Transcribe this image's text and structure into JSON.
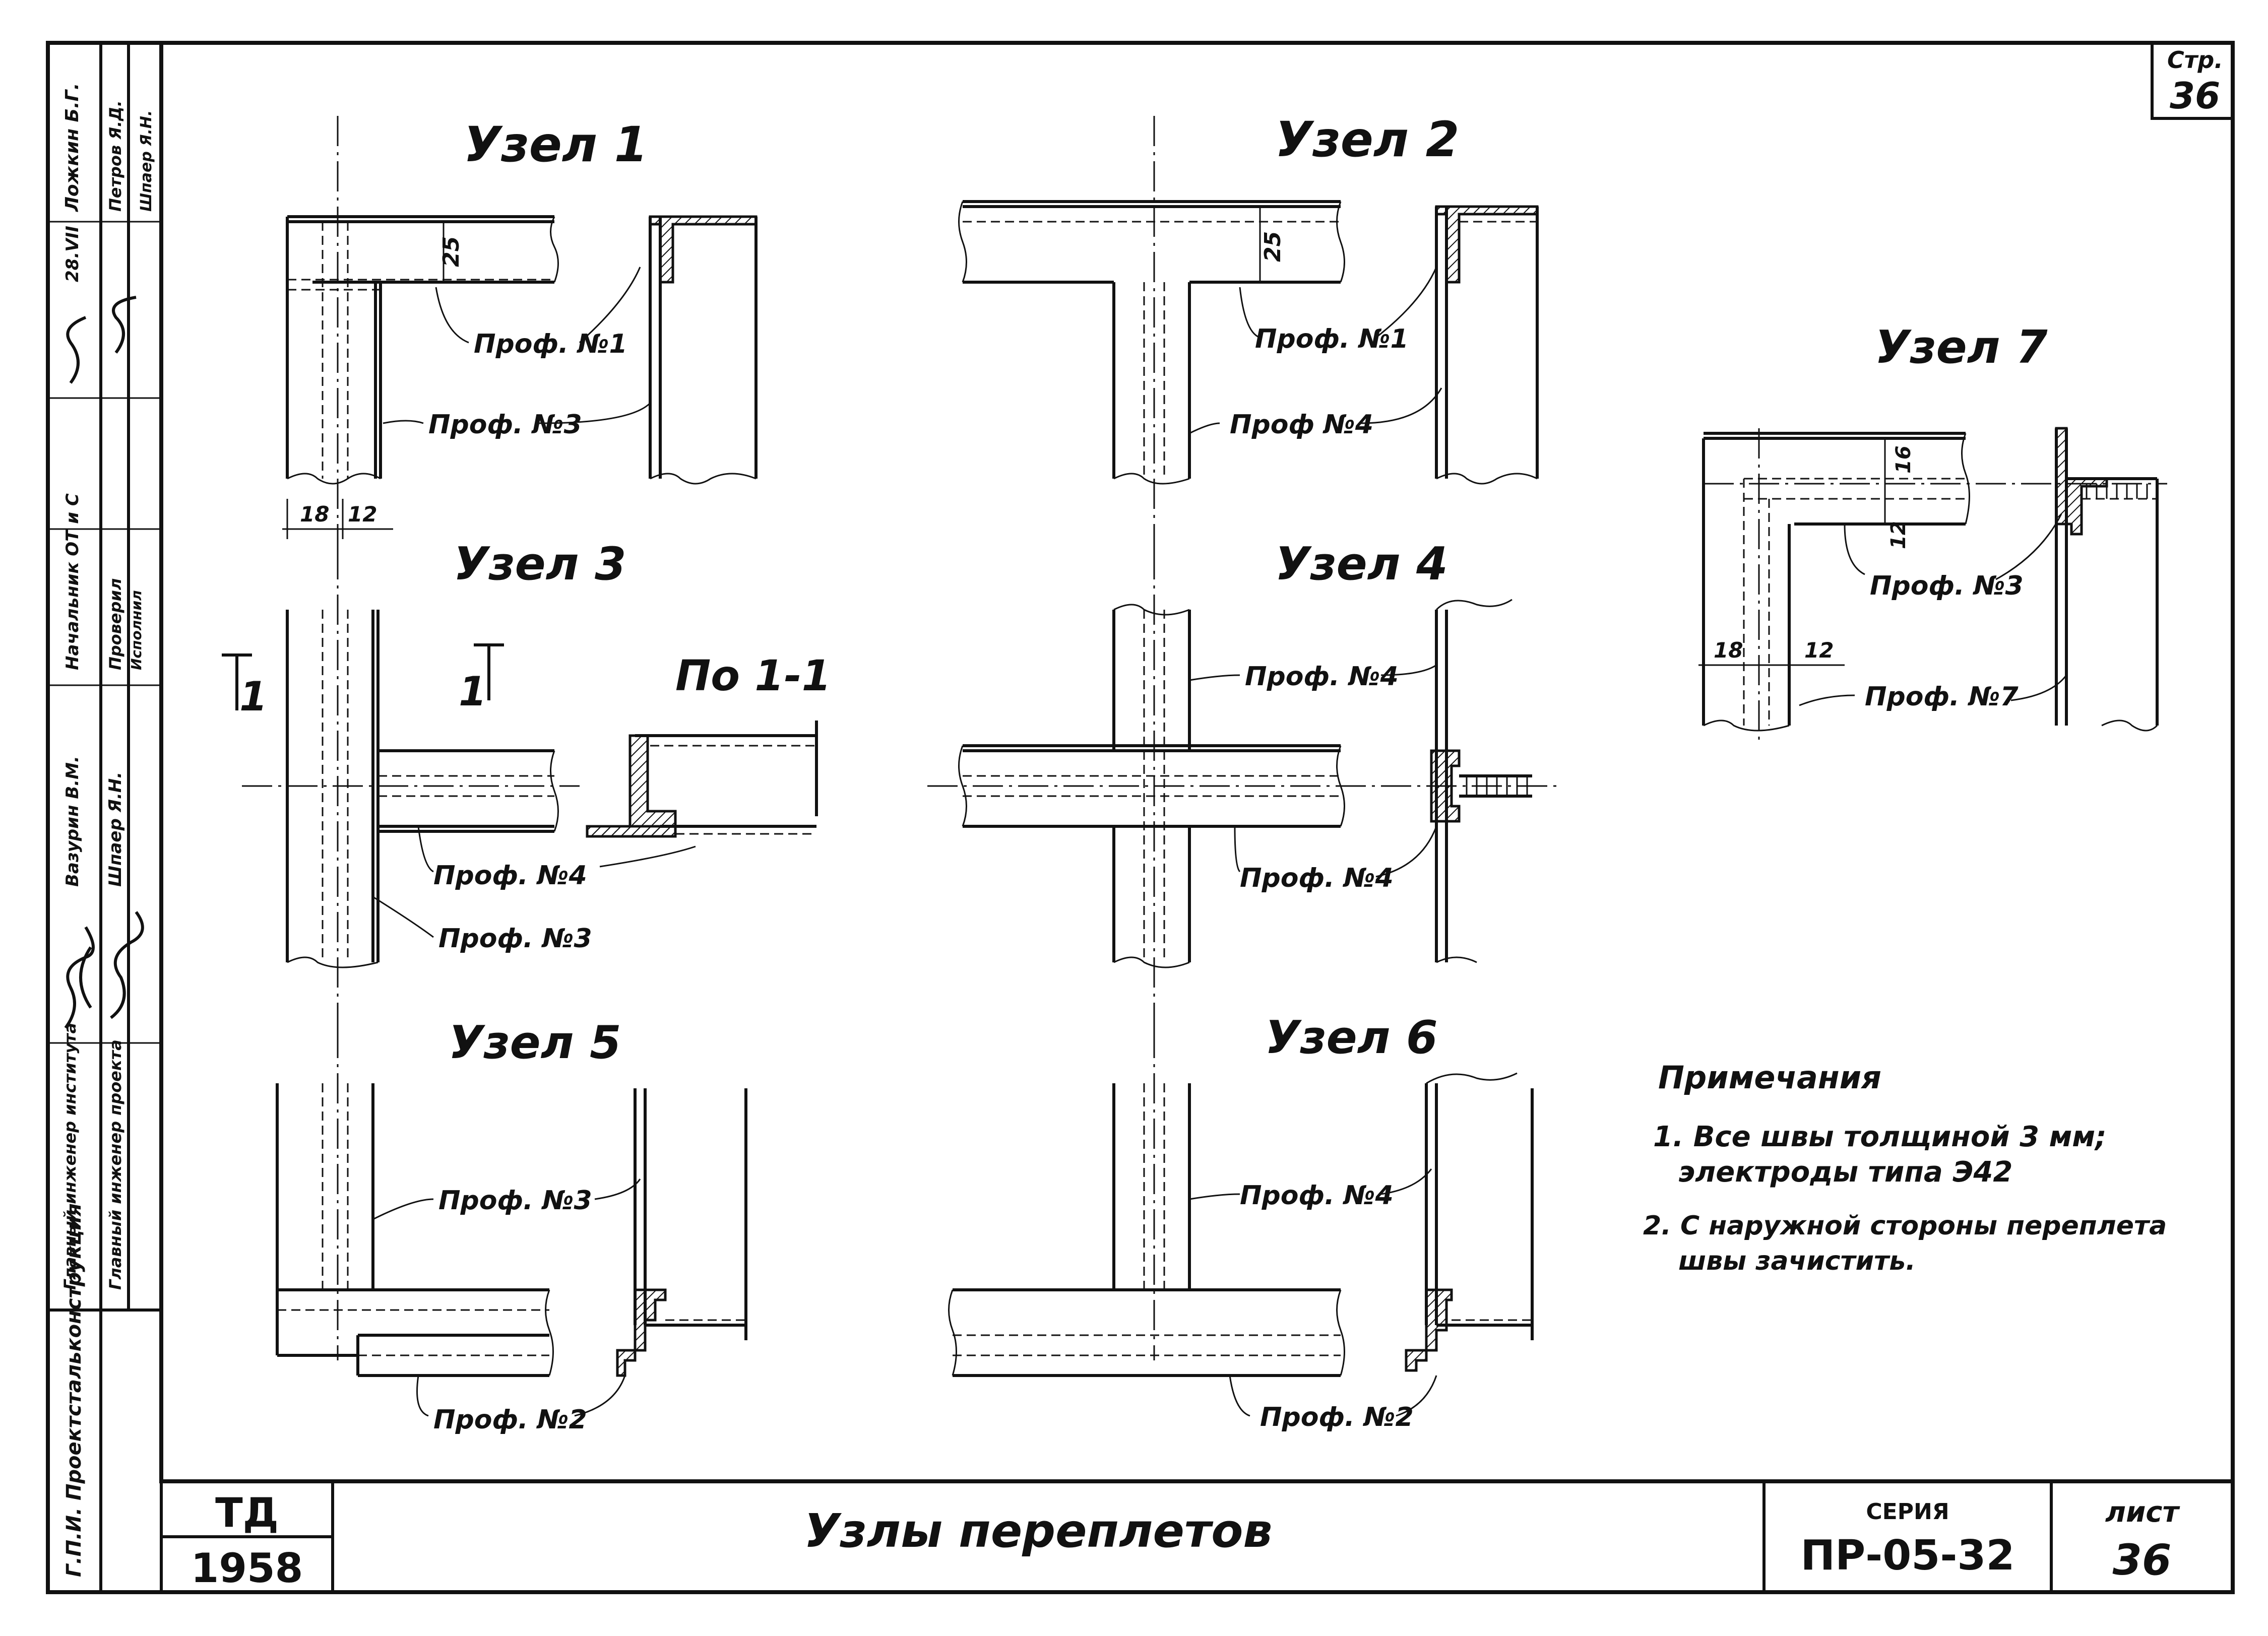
{
  "page": {
    "number_label": "Стр.",
    "number": "36"
  },
  "side_stamp": {
    "org": "Г.П.И. Проектстальконструкция",
    "rows": [
      {
        "role": "Главный инженер института",
        "name": "Ложкин Б.Г.",
        "date": ""
      },
      {
        "role": "Главный инженер проекта",
        "name": "Петров Я.Д.",
        "date": ""
      },
      {
        "role": "Начальник ОТ и С",
        "name": "Вазурин В.М.",
        "date": "28.VII"
      },
      {
        "role": "Проверил",
        "name": "Шпаер Я.Н.",
        "date": ""
      },
      {
        "role": "Исполнил",
        "name": "Шпаер Я.Н.",
        "date": ""
      }
    ]
  },
  "nodes": [
    {
      "title": "Узел 1",
      "dims": [
        "25",
        "18",
        "12"
      ],
      "labels": [
        "Проф. №1",
        "Проф. №3"
      ]
    },
    {
      "title": "Узел 2",
      "dims": [
        "25"
      ],
      "labels": [
        "Проф. №1",
        "Проф №4"
      ]
    },
    {
      "title": "Узел 3",
      "section_marks": [
        "1",
        "1"
      ],
      "section_title": "По 1-1",
      "labels": [
        "Проф. №4",
        "Проф. №3"
      ]
    },
    {
      "title": "Узел 4",
      "labels": [
        "Проф. №4",
        "Проф. №4"
      ]
    },
    {
      "title": "Узел 5",
      "labels": [
        "Проф. №3",
        "Проф. №2"
      ]
    },
    {
      "title": "Узел 6",
      "labels": [
        "Проф. №4",
        "Проф. №2"
      ]
    },
    {
      "title": "Узел 7",
      "dims": [
        "16",
        "12",
        "18",
        "12"
      ],
      "labels": [
        "Проф. №3",
        "Проф. №7"
      ]
    }
  ],
  "notes": {
    "heading": "Примечания",
    "items": [
      "1. Все швы толщиной 3 мм;",
      "электроды типа Э42",
      "2. С наружной стороны переплета",
      "швы зачистить."
    ]
  },
  "title_block": {
    "logo": "ТД",
    "year": "1958",
    "title": "Узлы переплетов",
    "series_label": "СЕРИЯ",
    "series": "ПР-05-32",
    "sheet_label": "лист",
    "sheet": "36"
  }
}
